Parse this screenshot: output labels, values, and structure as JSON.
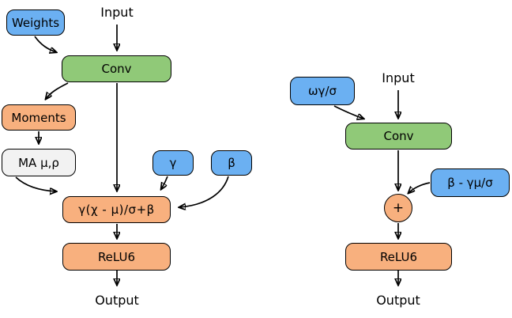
{
  "colors": {
    "node_blue": "#6BB0F2",
    "node_green": "#90C978",
    "node_orange": "#F8B07E",
    "node_gray": "#F2F2F2",
    "edge_black": "#000000",
    "background": "#ffffff"
  },
  "left": {
    "input": "Input",
    "weights": "Weights",
    "conv": "Conv",
    "moments": "Moments",
    "ma": "MA μ,ρ",
    "gamma": "γ",
    "beta": "β",
    "norm": "γ(χ - μ)/σ+β",
    "relu": "ReLU6",
    "output": "Output"
  },
  "right": {
    "input": "Input",
    "scaled_weights": "ωγ/σ",
    "conv": "Conv",
    "bias": "β - γμ/σ",
    "plus": "+",
    "relu": "ReLU6",
    "output": "Output"
  }
}
